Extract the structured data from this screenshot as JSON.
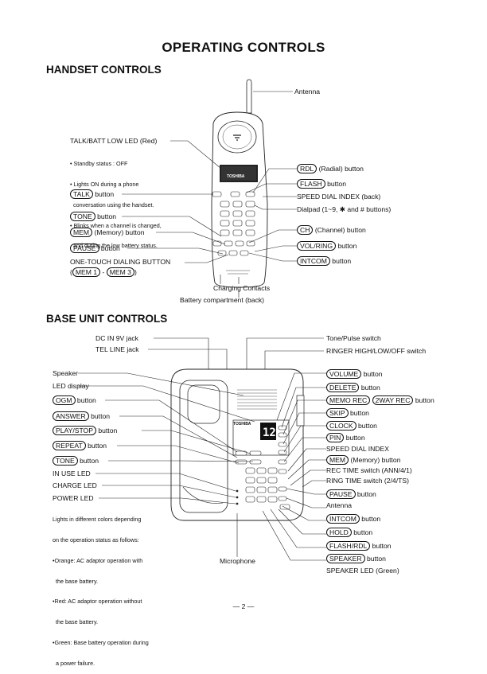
{
  "title": "OPERATING CONTROLS",
  "handset": {
    "heading": "HANDSET CONTROLS",
    "antenna": "Antenna",
    "talk_led": "TALK/BATT LOW LED (Red)",
    "talk_led_notes": [
      "• Standby status : OFF",
      "• Lights ON during a phone",
      "  conversation using the handset.",
      "• Blinks when a channel is changed,",
      "  and during the low battery status."
    ],
    "talk_btn": "TALK",
    "button_word": "button",
    "tone_btn": "TONE",
    "mem_btn": "MEM",
    "mem_desc": "(Memory) button",
    "pause_btn": "PAUSE",
    "one_touch": "ONE-TOUCH DIALING BUTTON",
    "one_touch_open": "(",
    "one_touch_mem1": "MEM 1",
    "one_touch_dash": "-",
    "one_touch_mem3": "MEM 3",
    "one_touch_close": ")",
    "rdl_btn": "RDL",
    "rdl_desc": "(Radial) button",
    "flash_btn": "FLASH",
    "speed_dial": "SPEED DIAL INDEX (back)",
    "dialpad": "Dialpad (1~9, ✱ and # buttons)",
    "ch_btn": "CH",
    "ch_desc": "(Channel) button",
    "volring_btn": "VOL/RING",
    "intcom_btn": "INTCOM",
    "charging": "Charging Contacts",
    "battery": "Battery compartment (back)",
    "phone_brand": "TOSHIBA"
  },
  "base": {
    "heading": "BASE UNIT CONTROLS",
    "dc_in": "DC IN 9V jack",
    "tel_line": "TEL LINE  jack",
    "tone_pulse": "Tone/Pulse switch",
    "ringer": "RINGER HIGH/LOW/OFF switch",
    "speaker": "Speaker",
    "led_display": "LED display",
    "ogm_btn": "OGM",
    "answer_btn": "ANSWER",
    "playstop_btn": "PLAY/STOP",
    "repeat_btn": "REPEAT",
    "tone_btn": "TONE",
    "in_use_led": "IN USE LED",
    "charge_led": "CHARGE LED",
    "power_led": "POWER LED",
    "power_notes": [
      "Lights in different colors depending",
      "on the operation status as follows:",
      "•Orange: AC adaptor operation with",
      "  the base battery.",
      "•Red: AC adaptor operation without",
      "  the base battery.",
      "•Green: Base battery operation during",
      "  a power failure."
    ],
    "microphone": "Microphone",
    "volume_btn": "VOLUME",
    "delete_btn": "DELETE",
    "memorec_btn": "MEMO REC",
    "twoway_btn": "2WAY REC",
    "skip_btn": "SKIP",
    "clock_btn": "CLOCK",
    "pin_btn": "PIN",
    "speed_dial": "SPEED DIAL INDEX",
    "mem_btn": "MEM",
    "mem_desc": "(Memory) button",
    "rec_time": "REC TIME switch (ANN/4/1)",
    "ring_time": "RING TIME switch (2/4/TS)",
    "pause_btn": "PAUSE",
    "antenna": "Antenna",
    "intcom_btn": "INTCOM",
    "hold_btn": "HOLD",
    "flashrdl_btn": "FLASH/RDL",
    "speaker_btn": "SPEAKER",
    "speaker_led": "SPEAKER LED (Green)",
    "display_digits": "12",
    "base_brand": "TOSHIBA"
  },
  "page_number": "— 2 —"
}
